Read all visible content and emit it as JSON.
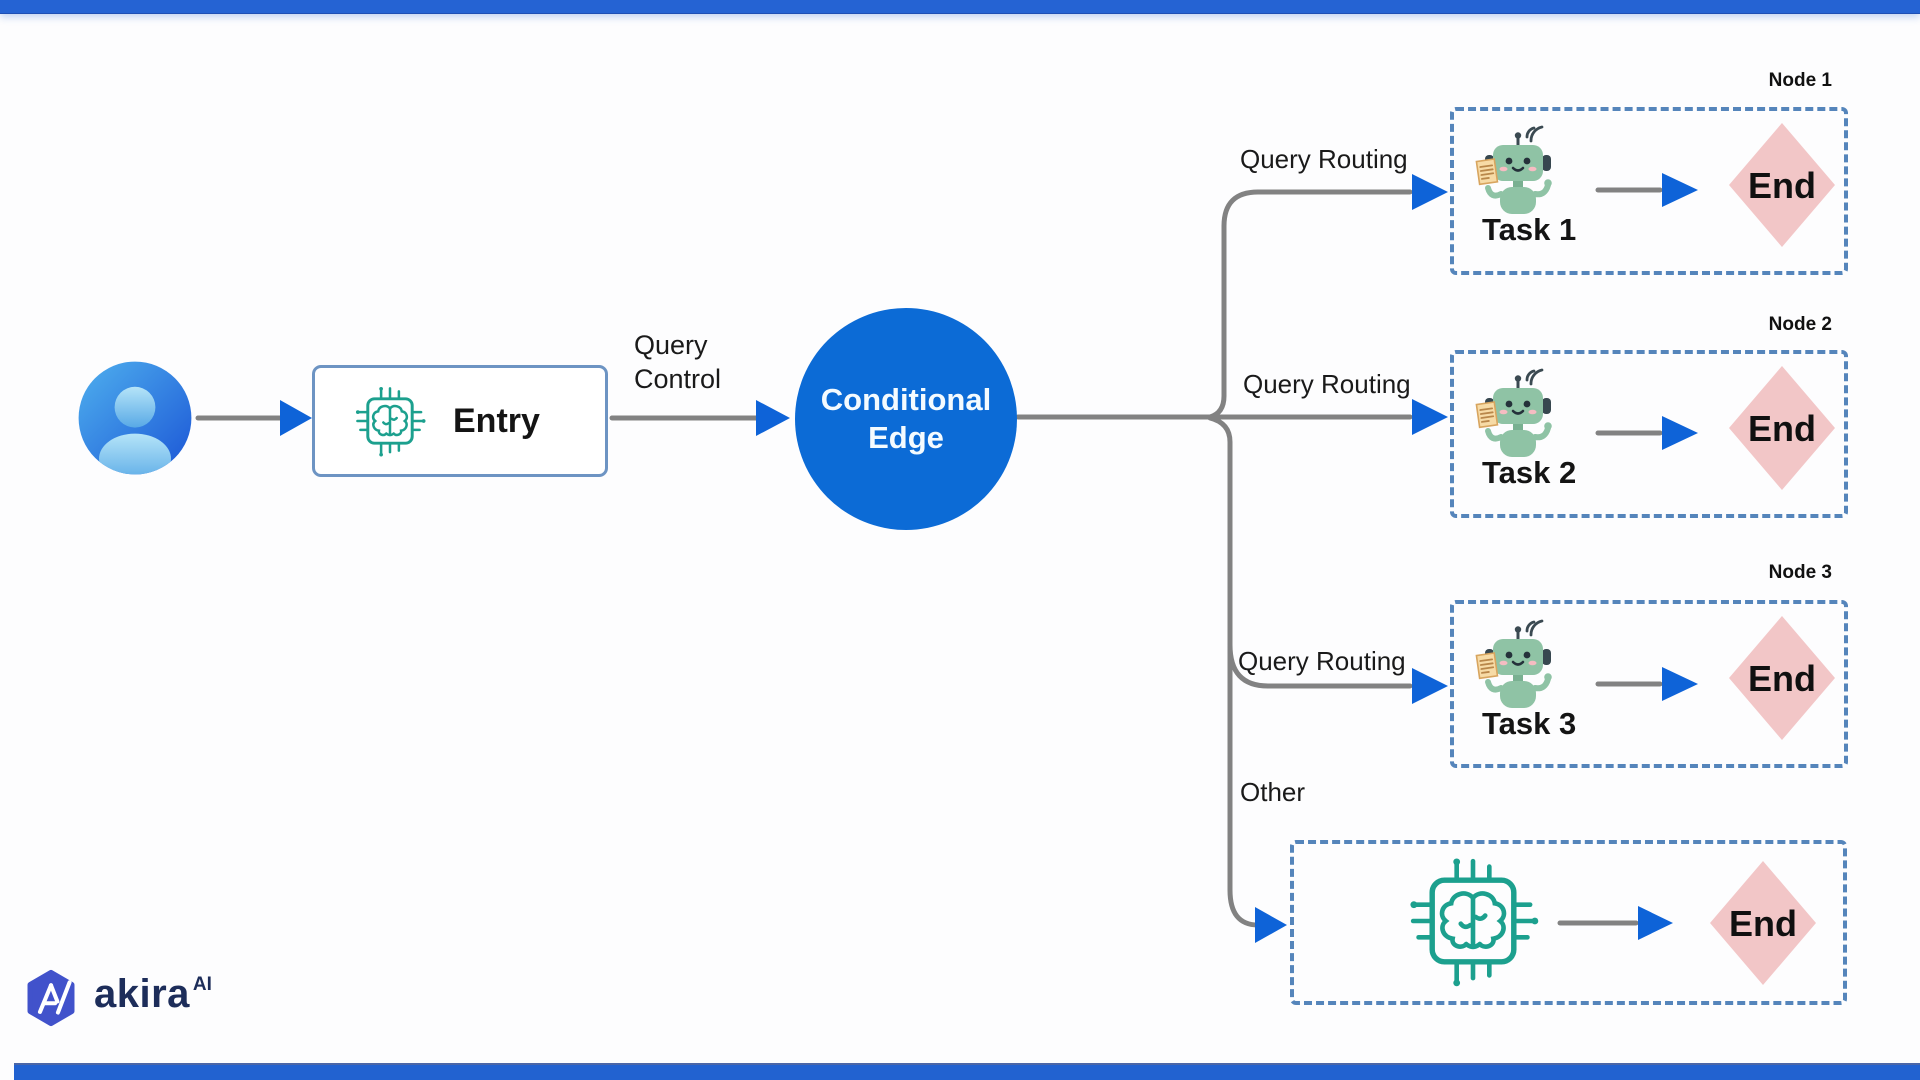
{
  "page": {
    "top_bar_color": "#2563d3",
    "bottom_bar_color": "#2262d0",
    "background_color": "#fdfdfe"
  },
  "brand": {
    "name": "akira",
    "superscript": "AI",
    "hexagon_color": "#4152cb",
    "text_color": "#1d2d5a"
  },
  "diagram": {
    "user": {
      "icon": "user-avatar-icon"
    },
    "entry": {
      "label": "Entry",
      "icon": "chip-brain-icon",
      "border_color": "#6d94c3"
    },
    "entry_edge_label": "Query Control",
    "conditional": {
      "label": "Conditional Edge",
      "fill_color": "#0c6bd6"
    },
    "branches": [
      {
        "edge_label": "Query Routing",
        "node_label": "Node 1",
        "task_label": "Task 1",
        "task_icon": "robot-agent-icon",
        "end_label": "End"
      },
      {
        "edge_label": "Query Routing",
        "node_label": "Node 2",
        "task_label": "Task 2",
        "task_icon": "robot-agent-icon",
        "end_label": "End"
      },
      {
        "edge_label": "Query Routing",
        "node_label": "Node 3",
        "task_label": "Task 3",
        "task_icon": "robot-agent-icon",
        "end_label": "End"
      },
      {
        "edge_label": "Other",
        "task_icon": "chip-brain-icon",
        "end_label": "End"
      }
    ],
    "colors": {
      "connector_gray": "#828282",
      "arrowhead_blue": "#0e63d8",
      "dashed_border_blue": "#5585bb",
      "end_diamond_pink": "#f2c6c7",
      "robot_green": "#8fc3a5",
      "chip_teal": "#1ca08e"
    }
  }
}
